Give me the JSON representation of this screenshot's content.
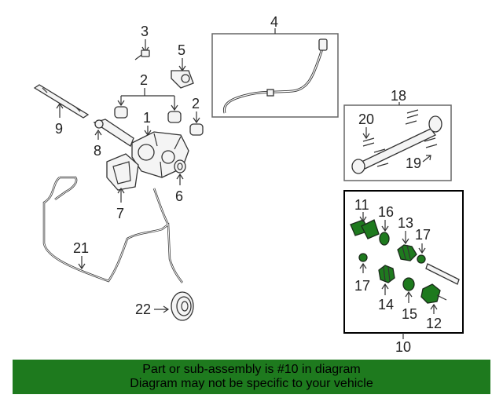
{
  "callouts": {
    "c1": "1",
    "c2a": "2",
    "c2b": "2",
    "c3": "3",
    "c4": "4",
    "c5": "5",
    "c6": "6",
    "c7": "7",
    "c8": "8",
    "c9": "9",
    "c10": "10",
    "c11": "11",
    "c12": "12",
    "c13": "13",
    "c14": "14",
    "c15": "15",
    "c16": "16",
    "c17a": "17",
    "c17b": "17",
    "c18": "18",
    "c19": "19",
    "c20": "20",
    "c21": "21",
    "c22": "22"
  },
  "banner": {
    "line1": "Part or sub-assembly is #10 in diagram",
    "line2": "Diagram may not be specific to your vehicle"
  },
  "colors": {
    "highlight": "#1e7a1e",
    "banner_bg": "#1e7a1e"
  }
}
